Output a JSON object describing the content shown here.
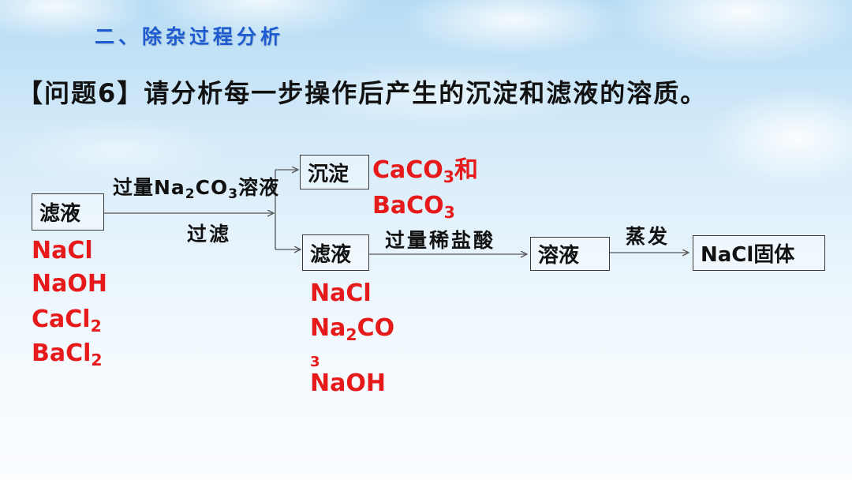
{
  "slide": {
    "section_title": "二、除杂过程分析",
    "question": "【问题6】请分析每一步操作后产生的沉淀和滤液的溶质。"
  },
  "flow": {
    "start_box": "滤液",
    "step1": {
      "reagent_parts": [
        "过量Na",
        "2",
        "CO",
        "3",
        "溶液"
      ],
      "operation": "过滤"
    },
    "precipitate_box": "沉淀",
    "precipitate_lines": [
      [
        "CaCO",
        "3",
        "和"
      ],
      [
        "BaCO",
        "3"
      ]
    ],
    "filtrate_box": "滤液",
    "step2": {
      "reagent": "过量稀盐酸"
    },
    "solution_box": "溶液",
    "step3": {
      "operation": "蒸发"
    },
    "product_box": "NaCl固体"
  },
  "solutes_initial": [
    [
      "NaCl"
    ],
    [
      "NaOH"
    ],
    [
      "CaCl",
      "2"
    ],
    [
      "BaCl",
      "2"
    ]
  ],
  "solutes_filtrate": [
    [
      "NaCl"
    ],
    [
      "Na",
      "2",
      "CO"
    ],
    [
      "3"
    ],
    [
      "NaOH"
    ]
  ],
  "colors": {
    "title": "#1e5bd0",
    "highlight": "#e61a1a",
    "text": "#111111",
    "sky": "#b6dcf4"
  }
}
